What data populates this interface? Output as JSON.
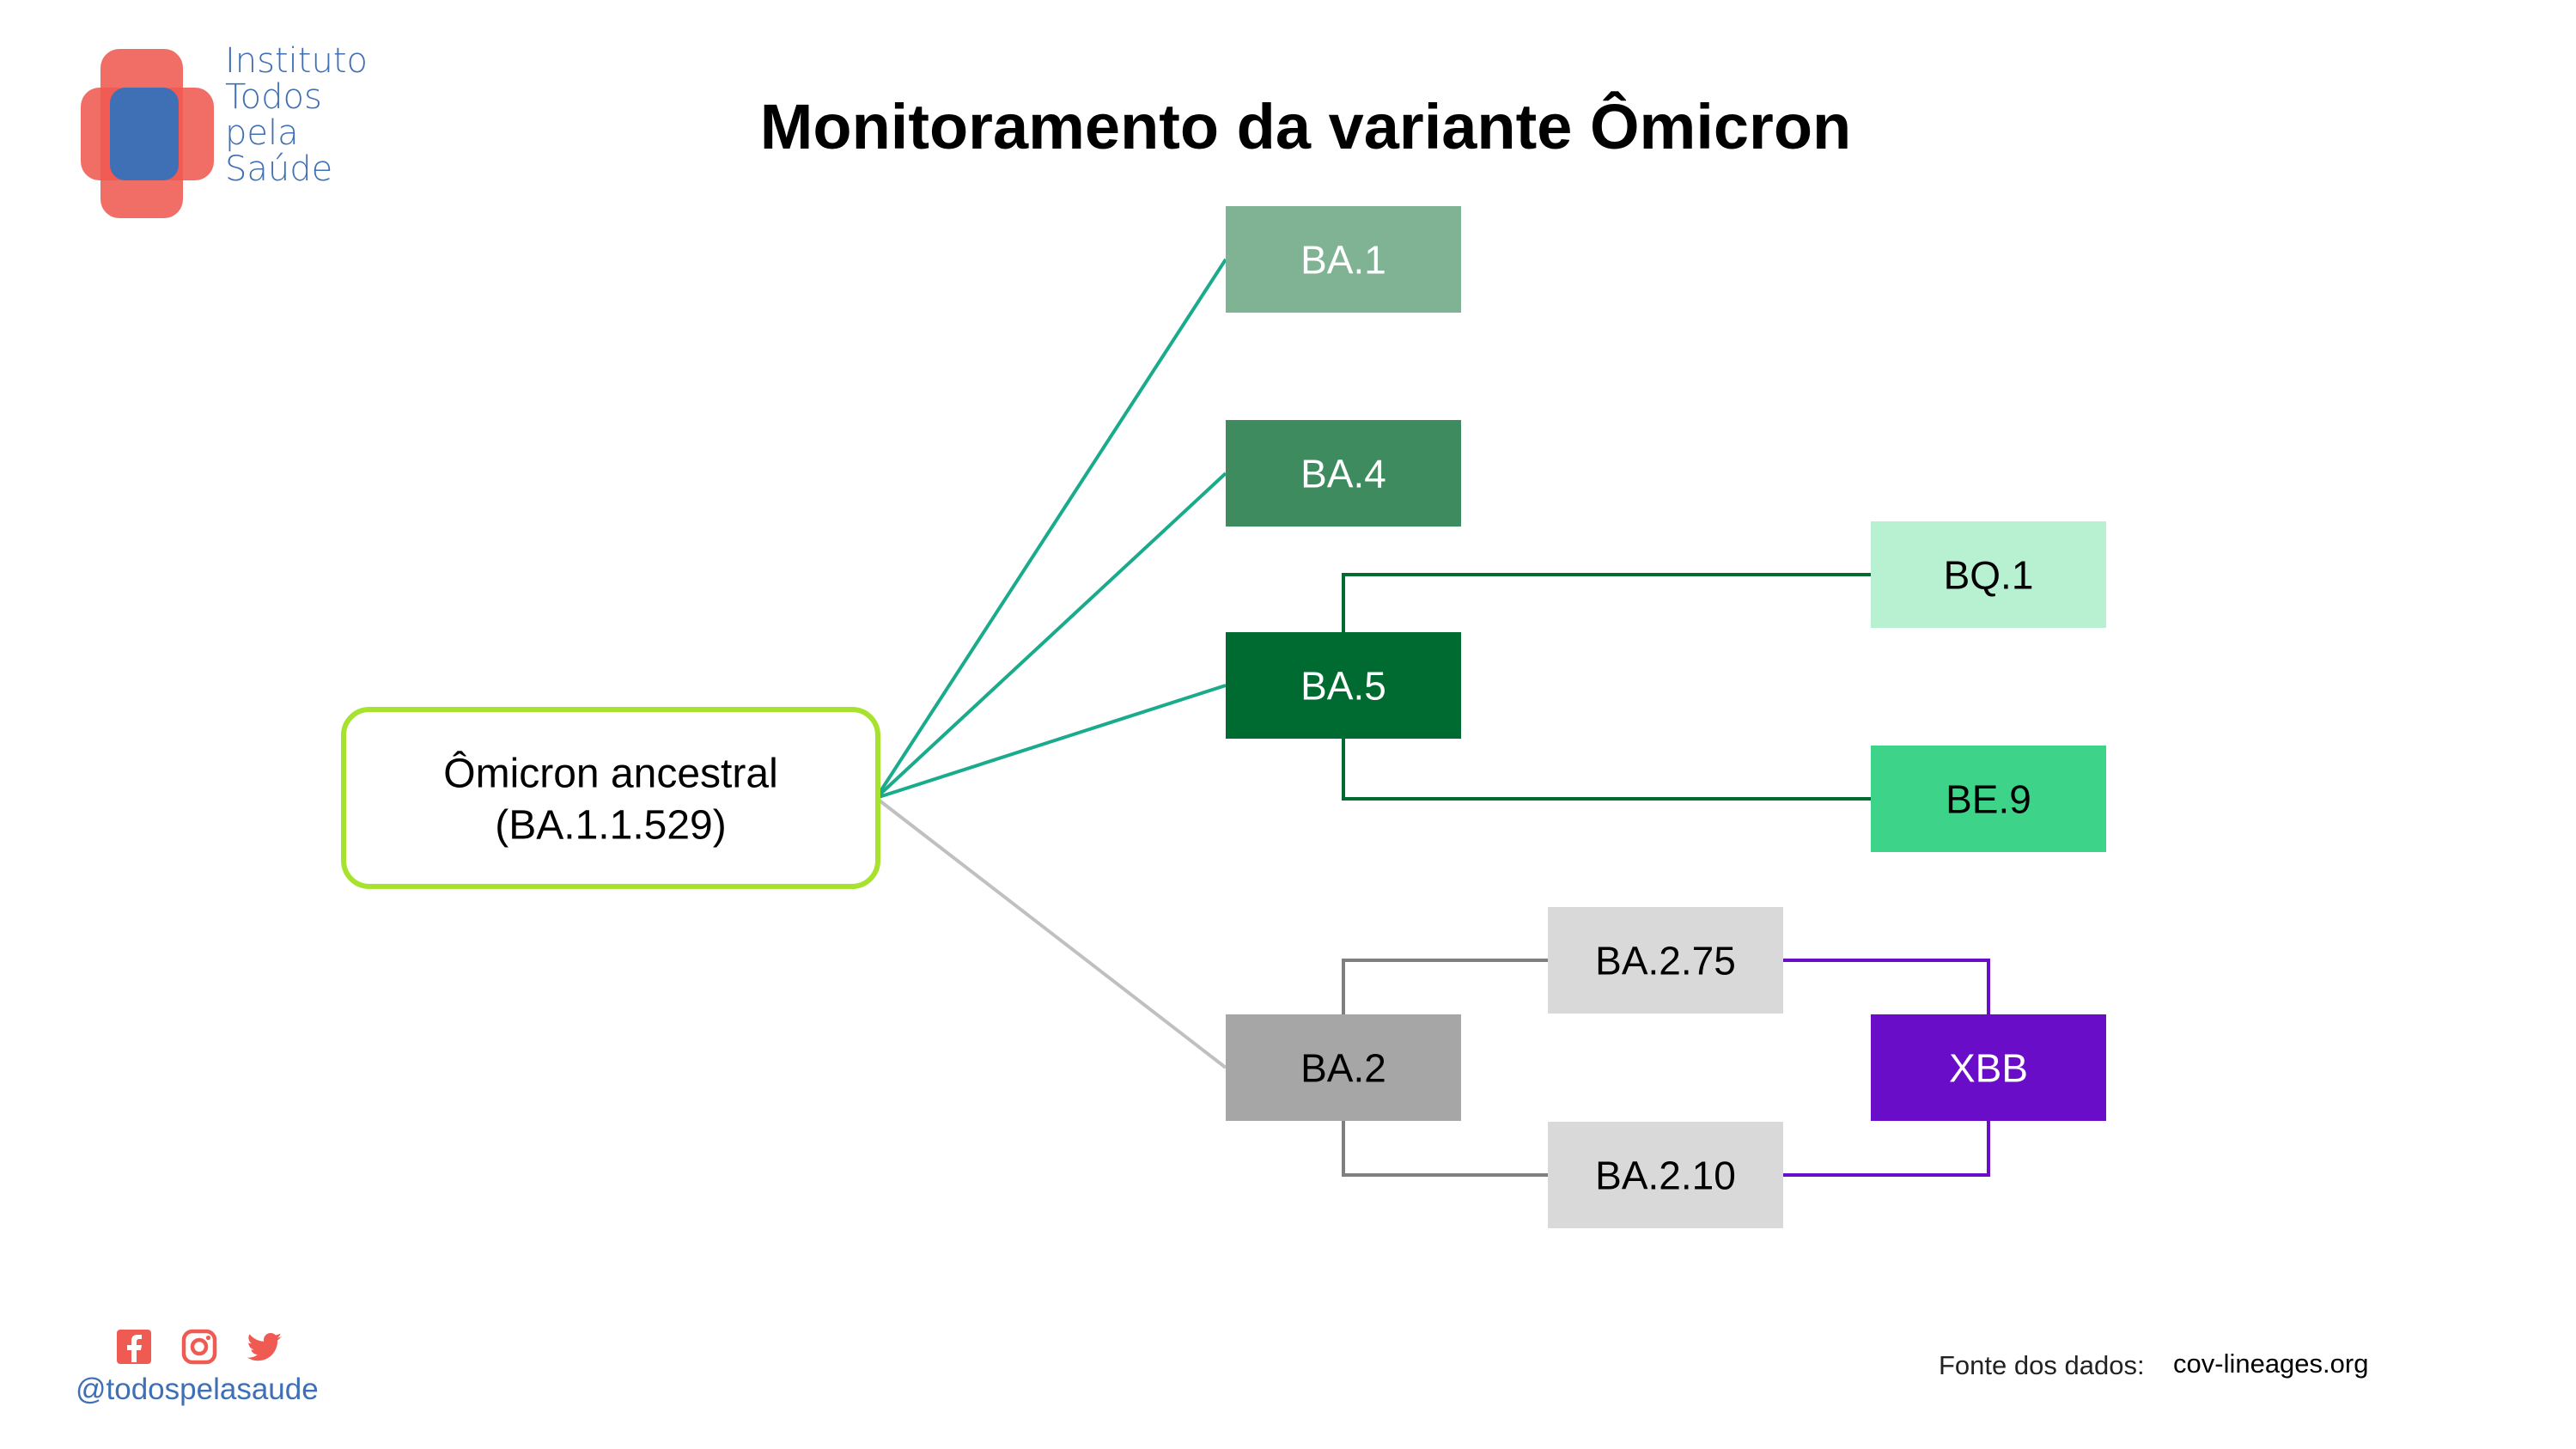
{
  "header": {
    "title": "Monitoramento da variante Ômicron"
  },
  "logo": {
    "lines": [
      "Instituto",
      "Todos",
      "pela",
      "Saúde"
    ],
    "colors": {
      "cross": "#ef5a52",
      "center": "#3f6fb5",
      "text": "#3f6fb5"
    }
  },
  "footer": {
    "social_icons": [
      "facebook-icon",
      "instagram-icon",
      "twitter-icon"
    ],
    "handle": "@todospelasaude",
    "source_label": "Fonte dos dados:",
    "source_value": "cov-lineages.org"
  },
  "diagram": {
    "nodes": [
      {
        "id": "root",
        "line1": "Ômicron ancestral",
        "line2": "(BA.1.1.529)",
        "fill": "#ffffff",
        "border": "#a6e22e",
        "text_color": "#000000"
      },
      {
        "id": "ba1",
        "label": "BA.1",
        "fill": "#7fb393",
        "text_color": "#ffffff"
      },
      {
        "id": "ba4",
        "label": "BA.4",
        "fill": "#3e8b5f",
        "text_color": "#ffffff"
      },
      {
        "id": "ba5",
        "label": "BA.5",
        "fill": "#006b30",
        "text_color": "#ffffff"
      },
      {
        "id": "bq1",
        "label": "BQ.1",
        "fill": "#b8f0d2",
        "text_color": "#000000"
      },
      {
        "id": "be9",
        "label": "BE.9",
        "fill": "#3dd48a",
        "text_color": "#000000"
      },
      {
        "id": "ba2",
        "label": "BA.2",
        "fill": "#a6a6a6",
        "text_color": "#000000"
      },
      {
        "id": "ba275",
        "label": "BA.2.75",
        "fill": "#d9d9d9",
        "text_color": "#000000"
      },
      {
        "id": "ba210",
        "label": "BA.2.10",
        "fill": "#d9d9d9",
        "text_color": "#000000"
      },
      {
        "id": "xbb",
        "label": "XBB",
        "fill": "#6a0dc8",
        "text_color": "#ffffff"
      }
    ],
    "edges": [
      {
        "from": "root",
        "to": "ba1",
        "color": "#1aaa8c"
      },
      {
        "from": "root",
        "to": "ba4",
        "color": "#1aaa8c"
      },
      {
        "from": "root",
        "to": "ba5",
        "color": "#1aaa8c"
      },
      {
        "from": "root",
        "to": "ba2",
        "color": "#c0c0c0"
      },
      {
        "from": "ba5",
        "to": "bq1",
        "color": "#006b30"
      },
      {
        "from": "ba5",
        "to": "be9",
        "color": "#006b30"
      },
      {
        "from": "ba2",
        "to": "ba275",
        "color": "#7f7f7f"
      },
      {
        "from": "ba2",
        "to": "ba210",
        "color": "#7f7f7f"
      },
      {
        "from": "ba275",
        "to": "xbb",
        "color": "#6a0dc8"
      },
      {
        "from": "ba210",
        "to": "xbb",
        "color": "#6a0dc8"
      }
    ]
  }
}
